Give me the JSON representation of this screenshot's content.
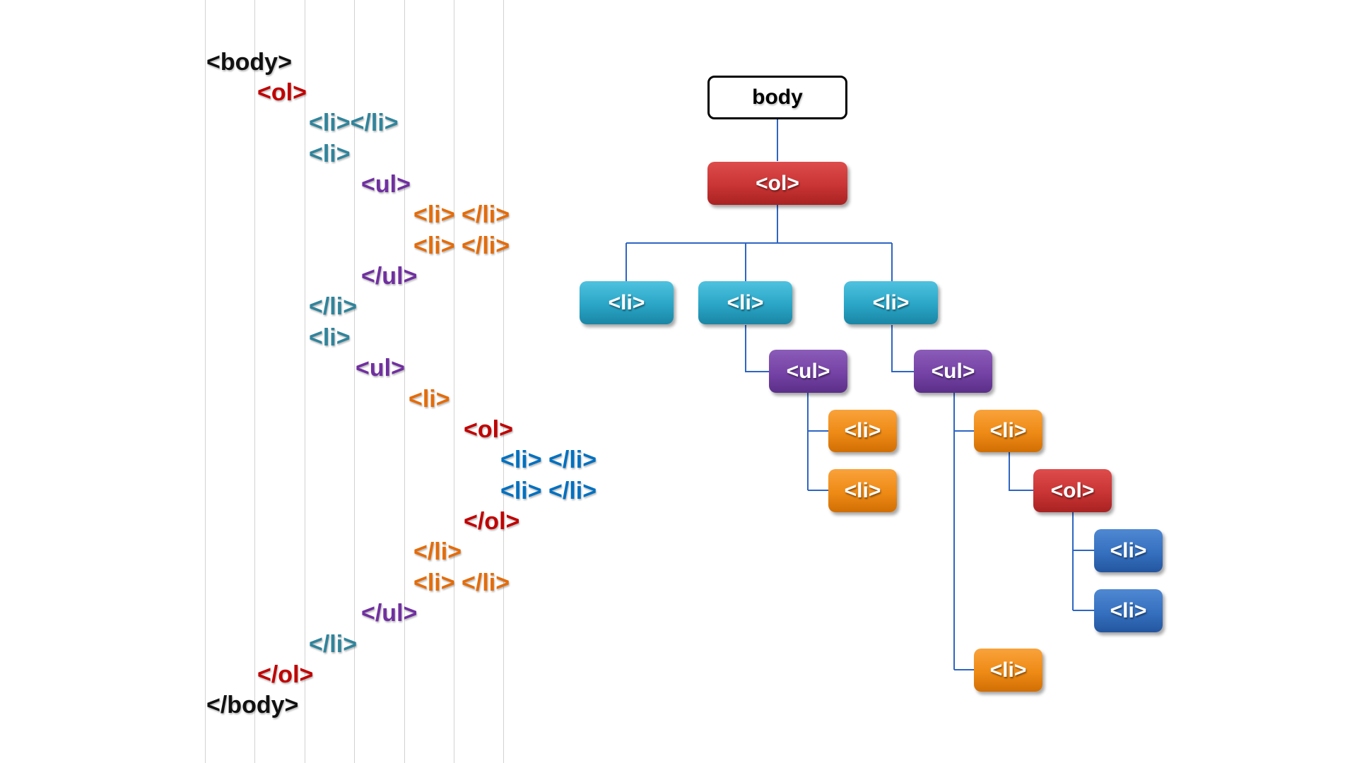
{
  "code": {
    "lines": [
      {
        "text": "<body>",
        "color": "#111111"
      },
      {
        "text": "<ol>",
        "color": "#c00000"
      },
      {
        "text": "<li></li>",
        "color": "#31849b"
      },
      {
        "text": "<li>",
        "color": "#31849b"
      },
      {
        "text": "<ul>",
        "color": "#7030a0"
      },
      {
        "text": "<li> </li>",
        "color": "#e46c0a"
      },
      {
        "text": "<li> </li>",
        "color": "#e46c0a"
      },
      {
        "text": "</ul>",
        "color": "#7030a0"
      },
      {
        "text": "</li>",
        "color": "#31849b"
      },
      {
        "text": "<li>",
        "color": "#31849b"
      },
      {
        "text": "<ul>",
        "color": "#7030a0"
      },
      {
        "text": "<li>",
        "color": "#e46c0a"
      },
      {
        "text": "<ol>",
        "color": "#c00000"
      },
      {
        "text": "<li> </li>",
        "color": "#0070c0"
      },
      {
        "text": "<li> </li>",
        "color": "#0070c0"
      },
      {
        "text": "</ol>",
        "color": "#c00000"
      },
      {
        "text": "</li>",
        "color": "#e46c0a"
      },
      {
        "text": "<li> </li>",
        "color": "#e46c0a"
      },
      {
        "text": "</ul>",
        "color": "#7030a0"
      },
      {
        "text": "</li>",
        "color": "#31849b"
      },
      {
        "text": "</ol>",
        "color": "#c00000"
      },
      {
        "text": "</body>",
        "color": "#111111"
      }
    ]
  },
  "tree": {
    "nodes": {
      "body": {
        "label": "body"
      },
      "ol_root": {
        "label": "<ol>"
      },
      "li_1": {
        "label": "<li>"
      },
      "li_2": {
        "label": "<li>"
      },
      "li_3": {
        "label": "<li>"
      },
      "ul_a": {
        "label": "<ul>"
      },
      "ul_b": {
        "label": "<ul>"
      },
      "li_a1": {
        "label": "<li>"
      },
      "li_a2": {
        "label": "<li>"
      },
      "li_b1": {
        "label": "<li>"
      },
      "ol_nested": {
        "label": "<ol>"
      },
      "li_n1": {
        "label": "<li>"
      },
      "li_n2": {
        "label": "<li>"
      },
      "li_b2": {
        "label": "<li>"
      }
    },
    "colors": {
      "outline": "#000000",
      "ol": "#c93434",
      "li_level1": "#2aa5c6",
      "ul": "#7542a5",
      "li_level2": "#ee8a15",
      "li_level3": "#3570bf",
      "connector": "#2e65c3"
    }
  }
}
